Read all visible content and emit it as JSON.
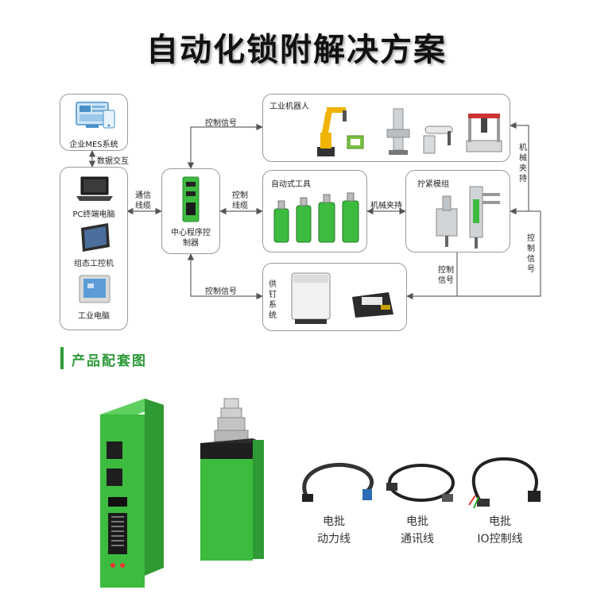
{
  "title": "自动化锁附解决方案",
  "diagram": {
    "mes_label": "企业MES系统",
    "data_exchange": "数据交互",
    "pc_label": "PC终端电脑",
    "hmi_label": "组态工控机",
    "ipc_label": "工业电脑",
    "comm_cable": "通信线缆",
    "controller_label": "中心程序控制器",
    "ctrl_signal_top": "控制信号",
    "ctrl_cable": "控制线缆",
    "ctrl_signal_bottom": "控制信号",
    "robot_label": "工业机器人",
    "auto_tool_label": "自动式工具",
    "mech_clamp_mid": "机械夹持",
    "tighten_label": "拧紧模组",
    "feeder_label": "供钉系统",
    "mech_clamp_right": "机械夹持",
    "ctrl_signal_right": "控制信号",
    "ctrl_signal_feeder": "控制信号"
  },
  "section_title": "产品配套图",
  "products": [
    {
      "line1": "电批",
      "line2": "动力线"
    },
    {
      "line1": "电批",
      "line2": "通讯线"
    },
    {
      "line1": "电批",
      "line2": "IO控制线"
    }
  ],
  "colors": {
    "accent": "#2e9b3a",
    "product_green": "#3dbb3f"
  }
}
